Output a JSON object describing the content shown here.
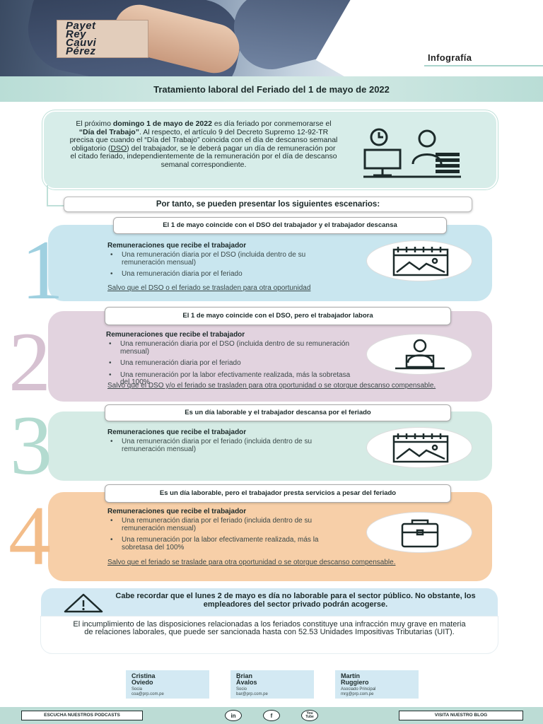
{
  "header": {
    "logo_lines": [
      "Payet",
      "Rey",
      "Cauvi",
      "Pérez"
    ],
    "section_label": "Infografía",
    "title": "Tratamiento laboral del Feriado del 1 de mayo de 2022"
  },
  "intro": {
    "t1": "El próximo ",
    "t2": "domingo 1 de mayo de 2022",
    "t3": " es día feriado por conmemorarse el ",
    "t4": "“Día del Trabajo”",
    "t5": ". Al respecto, el artículo 9 del Decreto Supremo 12-92-TR precisa que cuando el “Día del Trabajo” coincida con el día de descanso semanal obligatorio (",
    "t6": "DSO",
    "t7": ") del trabajador, se le deberá pagar un día de remuneración por el citado feriado, independientemente de la remuneración por el día de descanso semanal correspondiente.",
    "icon": "clock-worker-desk-icon"
  },
  "lead": "Por tanto, se pueden presentar los siguientes escenarios:",
  "scenarios": [
    {
      "number": "1",
      "title": "El 1 de mayo coincide con el DSO del trabajador y el trabajador descansa",
      "heading": "Remuneraciones que recibe el trabajador",
      "items": [
        "Una remuneración diaria por el DSO (incluida dentro de su remuneración mensual)",
        "Una remuneración diaria por el feriado"
      ],
      "note": "Salvo que el DSO o el feriado se trasladen para otra oportunidad",
      "icon": "calendar-landscape-icon",
      "color": "#c9e6ef",
      "num_color": "#9fd0e0"
    },
    {
      "number": "2",
      "title": "El 1 de mayo coincide con el DSO, pero el trabajador labora",
      "heading": "Remuneraciones que recibe el trabajador",
      "items": [
        "Una remuneración diaria por el DSO (incluida dentro de su remuneración mensual)",
        "Una remuneración diaria por el feriado",
        "Una remuneración por la labor efectivamente realizada, más la sobretasa del 100%"
      ],
      "note": "Salvo que el DSO y/o el feriado se trasladen para otra oportunidad o se otorgue descanso compensable.",
      "icon": "worker-laptop-icon",
      "color": "#e2d3df",
      "num_color": "#d6c1d1"
    },
    {
      "number": "3",
      "title": "Es un día laborable y el trabajador descansa por el feriado",
      "heading": "Remuneraciones que recibe el trabajador",
      "items": [
        "Una remuneración diaria por el feriado (incluida dentro de su remuneración mensual)"
      ],
      "note": "",
      "icon": "calendar-landscape-icon",
      "color": "#d5ebe5",
      "num_color": "#b3dbd0"
    },
    {
      "number": "4",
      "title": "Es un día laborable, pero el trabajador presta servicios a pesar del feriado",
      "heading": "Remuneraciones que recibe el trabajador",
      "items": [
        "Una remuneración diaria por el feriado (incluida dentro de su remuneración mensual)",
        "Una remuneración por la labor efectivamente realizada, más la sobretasa del 100%"
      ],
      "note": "Salvo que el feriado se traslade para otra oportunidad o se otorgue descanso compensable.",
      "icon": "briefcase-icon",
      "color": "#f7cfa8",
      "num_color": "#f3bd8a"
    }
  ],
  "alert": {
    "headline": "Cabe recordar que el lunes 2 de mayo es día no laborable para el sector público. No obstante, los empleadores del sector privado podrán acogerse.",
    "body": "El incumplimiento de las disposiciones relacionadas a los feriados constituye una infracción muy grave en materia de relaciones laborales, que puede ser sancionada hasta con 52.53 Unidades Impositivas Tributarias (UIT).",
    "icon": "warning-icon"
  },
  "contacts": [
    {
      "first": "Cristina",
      "last": "Oviedo",
      "role": "Socia",
      "email": "coa@prp.com.pe"
    },
    {
      "first": "Brian",
      "last": "Ávalos",
      "role": "Socio",
      "email": "bar@prp.com.pe"
    },
    {
      "first": "Martín",
      "last": "Ruggiero",
      "role": "Asociado Principal",
      "email": "mrg@prp.com.pe"
    }
  ],
  "footer": {
    "podcast_label": "ESCUCHA NUESTROS PODCASTS",
    "blog_label": "VISITA NUESTRO BLOG",
    "social": [
      "in",
      "f",
      "You Tube"
    ]
  }
}
